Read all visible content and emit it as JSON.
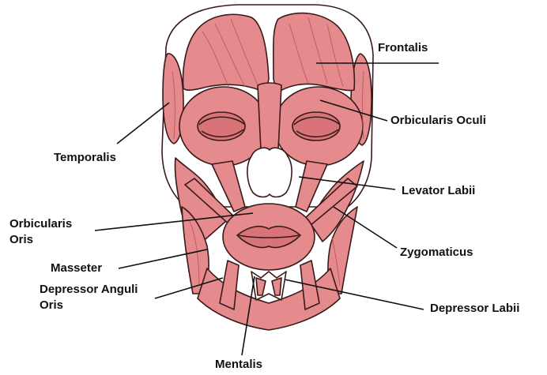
{
  "diagram": {
    "labels": {
      "frontalis": "Frontalis",
      "orbicularis_oculi": "Orbicularis Oculi",
      "temporalis": "Temporalis",
      "levator_labii": "Levator Labii",
      "orbicularis_oris": "Orbicularis\nOris",
      "zygomaticus": "Zygomaticus",
      "masseter": "Masseter",
      "depressor_anguli_oris": "Depressor Anguli\nOris",
      "depressor_labii": "Depressor Labii",
      "mentalis": "Mentalis"
    },
    "colors": {
      "muscle": "#e58a8d",
      "muscle_shade": "#cf6a70",
      "outline": "#3a1a1a",
      "tendon": "#ffffff",
      "leader_line": "#111111"
    }
  }
}
